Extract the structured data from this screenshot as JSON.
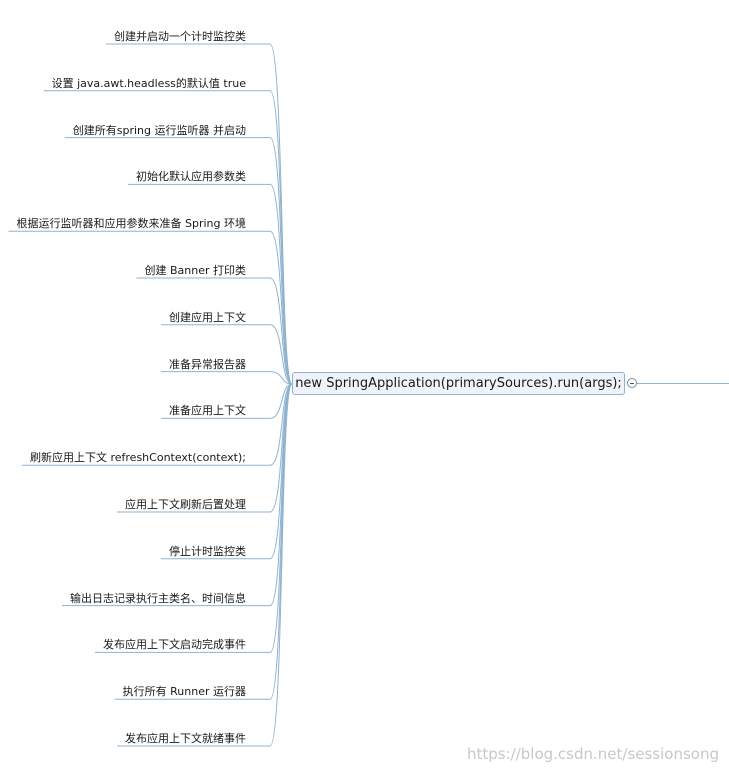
{
  "center": {
    "label": "new SpringApplication(primarySources).run(args);"
  },
  "branches": [
    "创建并启动一个计时监控类",
    "设置 java.awt.headless的默认值 true",
    "创建所有spring 运行监听器 并启动",
    "初始化默认应用参数类",
    "根据运行监听器和应用参数来准备 Spring 环境",
    "创建 Banner 打印类",
    "创建应用上下文",
    "准备异常报告器",
    "准备应用上下文",
    "刷新应用上下文 refreshContext(context);",
    "应用上下文刷新后置处理",
    "停止计时监控类",
    "输出日志记录执行主类名、时间信息",
    "发布应用上下文启动完成事件",
    "执行所有 Runner 运行器",
    "发布应用上下文就绪事件"
  ],
  "watermark": "https://blog.csdn.net/sessionsong",
  "colors": {
    "connector": "#8fb3d0",
    "node_fill": "#eef4fa",
    "node_border": "#8fb3d0"
  }
}
